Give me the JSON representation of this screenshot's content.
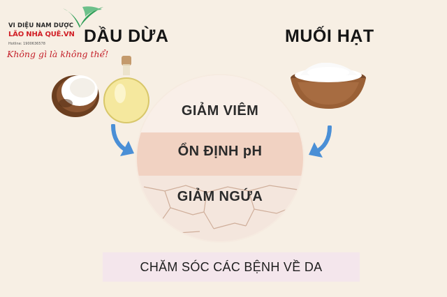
{
  "logo": {
    "line1": "VI DIỆU NAM DƯỢC",
    "line2": "LÃO NHÀ QUÊ.VN",
    "hotline": "Hotline: 1900636578",
    "slogan": "Không gì là không thể!",
    "mark_icon": "leaf-v-logo-icon"
  },
  "titles": {
    "left": "DẦU DỪA",
    "right": "MUỐI HẠT"
  },
  "illustrations": {
    "left": "coconut-oil-bottle-icon",
    "right": "salt-bowl-icon"
  },
  "circle": {
    "labels": [
      "GIẢM VIÊM",
      "ỔN ĐỊNH pH",
      "GIẢM NGỨA"
    ]
  },
  "banner": {
    "text": "CHĂM SÓC CÁC BỆNH VỀ DA"
  },
  "colors": {
    "background": "#f7efe4",
    "arrow": "#4a8fd6",
    "logo_red": "#d11f26",
    "logo_green": "#2e9e57",
    "banner": "#f4e6ec"
  }
}
